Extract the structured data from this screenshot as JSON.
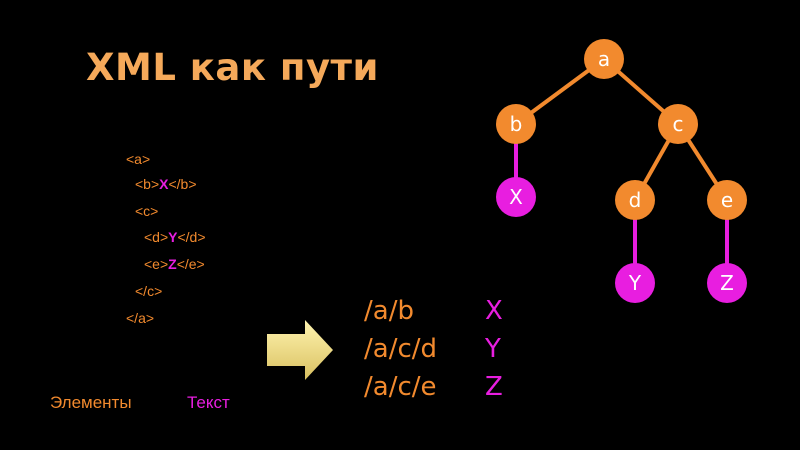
{
  "title": "XML как пути",
  "colors": {
    "element": "#f28a2e",
    "text": "#e81ee0",
    "title": "#f5a95a",
    "arrow": "#f2e08a",
    "background": "#000000"
  },
  "code": [
    {
      "open": "<a>",
      "text": "",
      "close": ""
    },
    {
      "open": "<b>",
      "text": "X",
      "close": "</b>"
    },
    {
      "open": "<c>",
      "text": "",
      "close": ""
    },
    {
      "open": "<d>",
      "text": "Y",
      "close": "</d>"
    },
    {
      "open": "<e>",
      "text": "Z",
      "close": "</e>"
    },
    {
      "open": "</c>",
      "text": "",
      "close": ""
    },
    {
      "open": "</a>",
      "text": "",
      "close": ""
    }
  ],
  "legend": {
    "elements": "Элементы",
    "text": "Текст"
  },
  "tree": {
    "nodes": [
      {
        "id": "a",
        "label": "a",
        "kind": "element"
      },
      {
        "id": "b",
        "label": "b",
        "kind": "element"
      },
      {
        "id": "c",
        "label": "c",
        "kind": "element"
      },
      {
        "id": "X",
        "label": "X",
        "kind": "text"
      },
      {
        "id": "d",
        "label": "d",
        "kind": "element"
      },
      {
        "id": "e",
        "label": "e",
        "kind": "element"
      },
      {
        "id": "Y",
        "label": "Y",
        "kind": "text"
      },
      {
        "id": "Z",
        "label": "Z",
        "kind": "text"
      }
    ],
    "edges": [
      {
        "from": "a",
        "to": "b",
        "kind": "element"
      },
      {
        "from": "a",
        "to": "c",
        "kind": "element"
      },
      {
        "from": "b",
        "to": "X",
        "kind": "text"
      },
      {
        "from": "c",
        "to": "d",
        "kind": "element"
      },
      {
        "from": "c",
        "to": "e",
        "kind": "element"
      },
      {
        "from": "d",
        "to": "Y",
        "kind": "text"
      },
      {
        "from": "e",
        "to": "Z",
        "kind": "text"
      }
    ]
  },
  "paths": [
    {
      "path": "/a/b",
      "value": "X"
    },
    {
      "path": "/a/c/d",
      "value": "Y"
    },
    {
      "path": "/a/c/e",
      "value": "Z"
    }
  ]
}
